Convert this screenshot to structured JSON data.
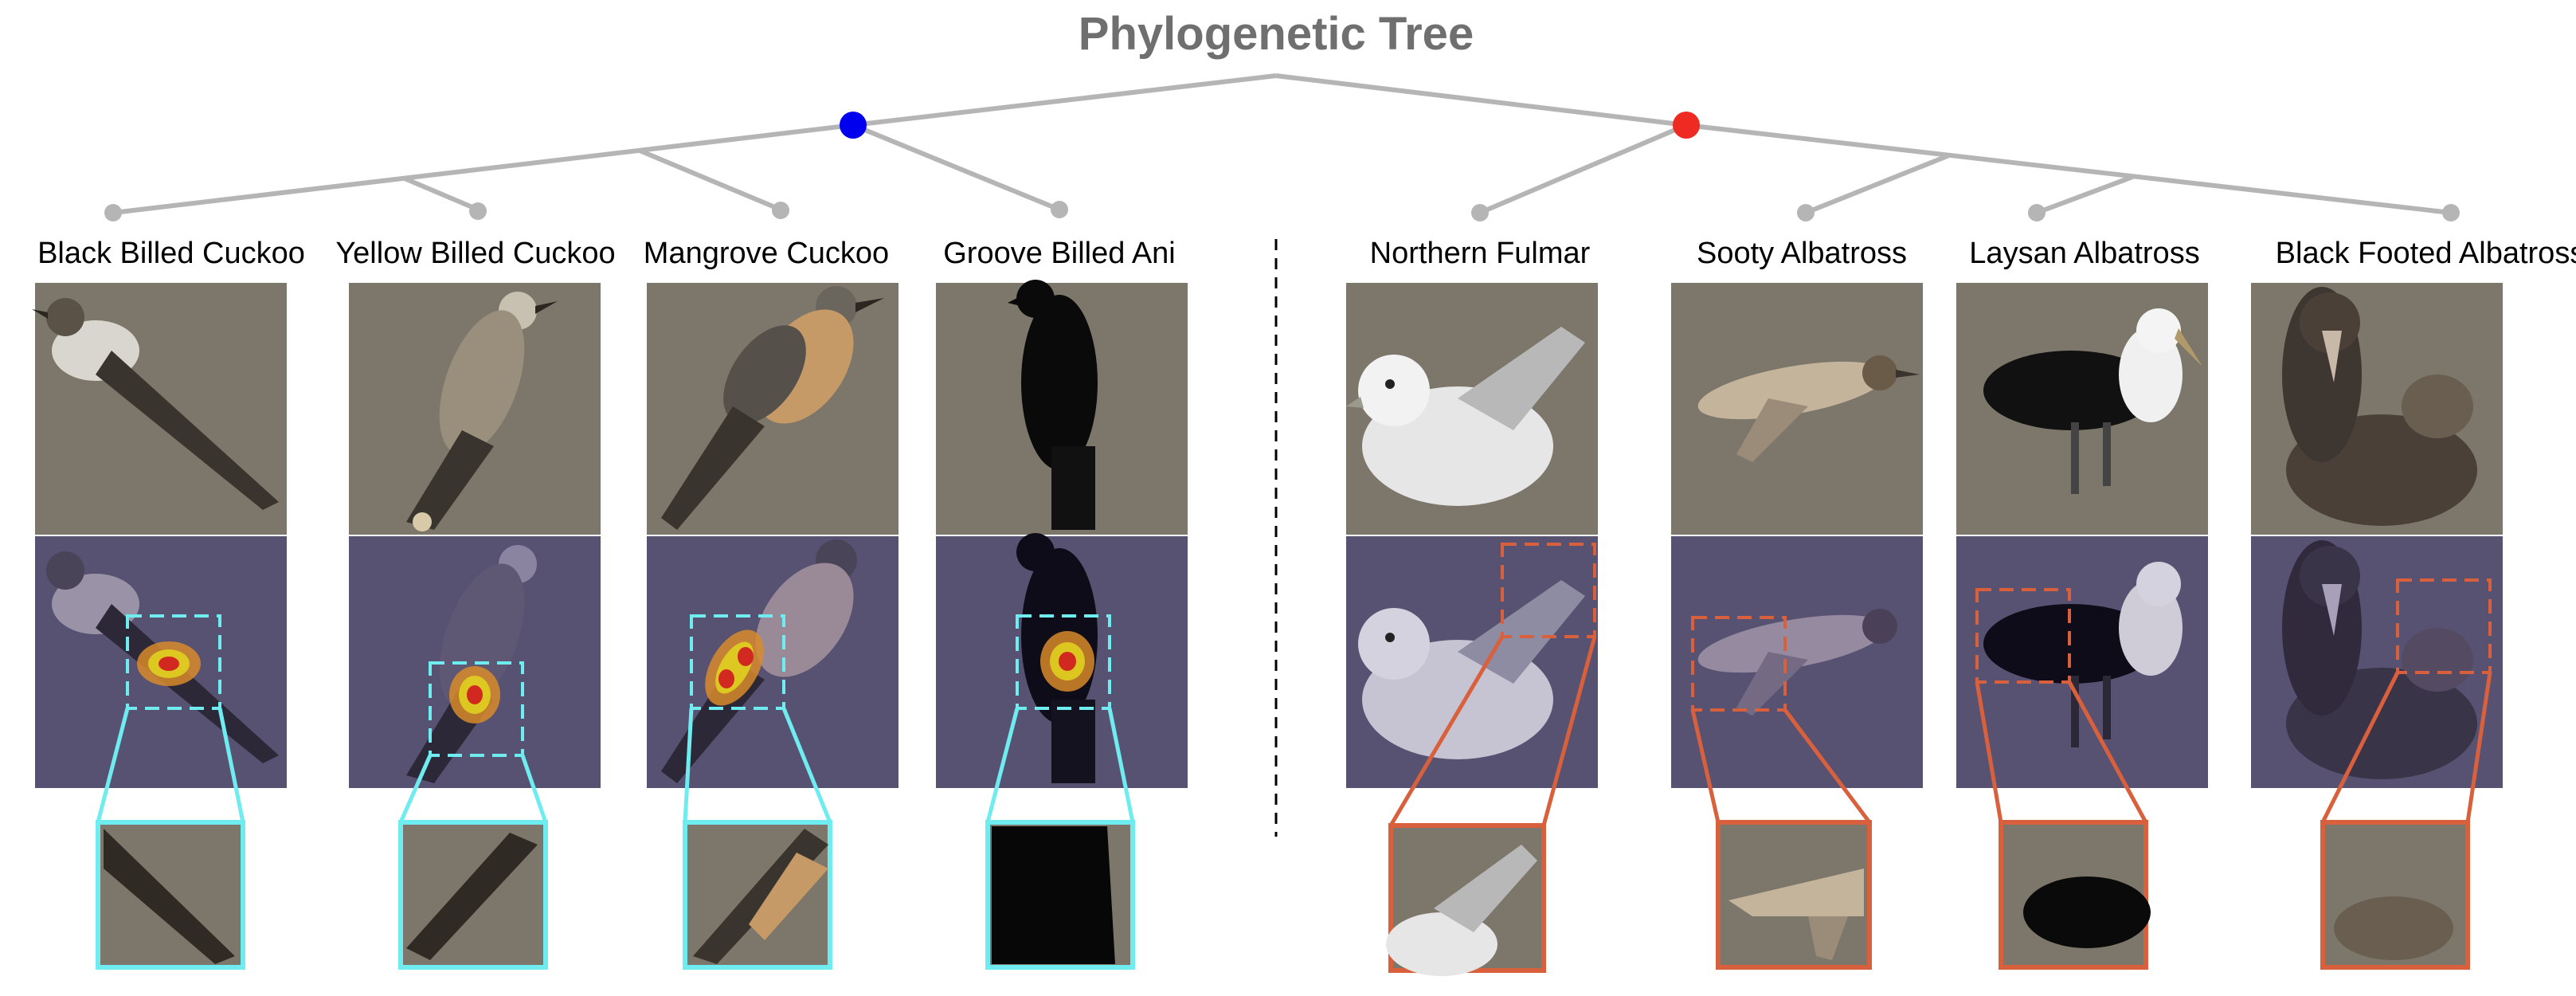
{
  "title": "Phylogenetic Tree",
  "colors": {
    "cuckoo_node": "#0000ee",
    "albatross_node": "#ee2a22",
    "tree_line": "#b5b5b5",
    "cuckoo_box": "#6fecf0",
    "albatross_box": "#d9603c"
  },
  "species": [
    {
      "name": "Black Billed Cuckoo",
      "group": "cuckoo",
      "bird": "cuckoo-light"
    },
    {
      "name": "Yellow Billed Cuckoo",
      "group": "cuckoo",
      "bird": "cuckoo-perched"
    },
    {
      "name": "Mangrove Cuckoo",
      "group": "cuckoo",
      "bird": "cuckoo-mangrove"
    },
    {
      "name": "Groove Billed Ani",
      "group": "cuckoo",
      "bird": "ani-black"
    },
    {
      "name": "Northern Fulmar",
      "group": "albatross",
      "bird": "fulmar-white"
    },
    {
      "name": "Sooty Albatross",
      "group": "albatross",
      "bird": "albatross-sooty"
    },
    {
      "name": "Laysan Albatross",
      "group": "albatross",
      "bird": "albatross-laysan"
    },
    {
      "name": "Black Footed Albatross",
      "group": "albatross",
      "bird": "albatross-dark"
    }
  ]
}
